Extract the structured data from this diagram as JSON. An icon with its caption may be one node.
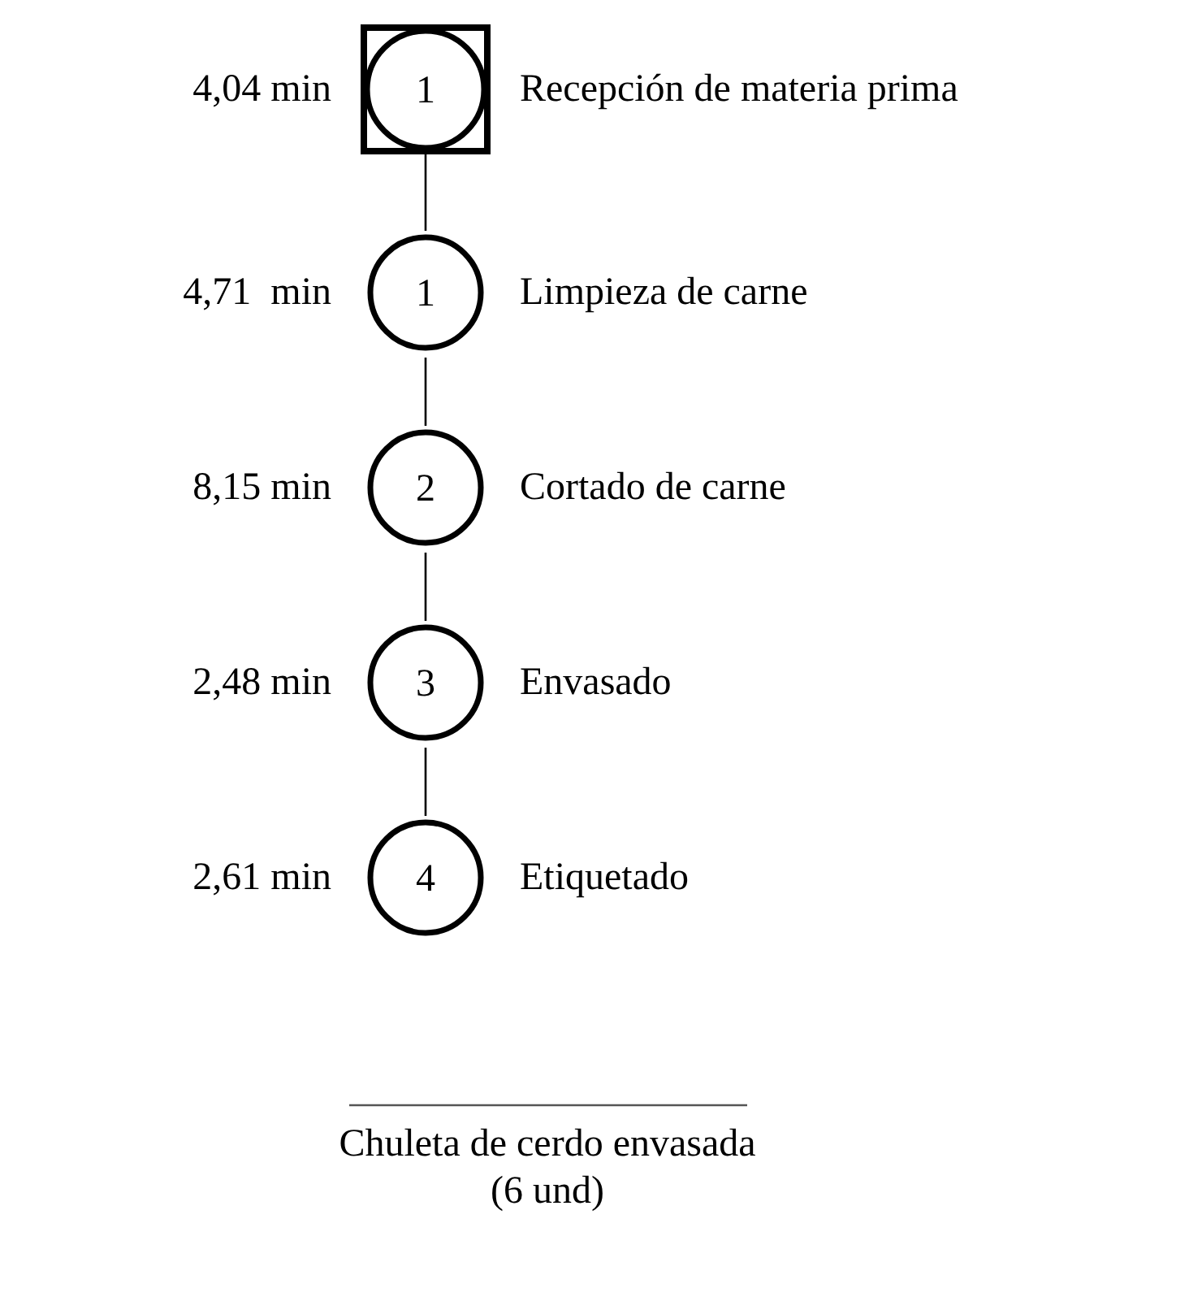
{
  "diagram": {
    "nodes": [
      {
        "text": [
          "1"
        ],
        "beside": [
          "4,04 min",
          "Recepción de materia prima"
        ]
      },
      {
        "text": [
          "1"
        ],
        "beside": [
          "4,71  min",
          "Limpieza de carne"
        ]
      },
      {
        "text": [
          "2"
        ],
        "beside": [
          "8,15 min",
          "Cortado de carne"
        ]
      },
      {
        "text": [
          "3"
        ],
        "beside": [
          "2,48 min",
          "Envasado"
        ]
      },
      {
        "text": [
          "4"
        ],
        "beside": [
          "2,61 min",
          "Etiquetado"
        ]
      }
    ],
    "edges": [
      {
        "from": 0,
        "to": 1,
        "arrow": "none"
      },
      {
        "from": 1,
        "to": 2,
        "arrow": "none"
      },
      {
        "from": 2,
        "to": 3,
        "arrow": "none"
      },
      {
        "from": 3,
        "to": 4,
        "arrow": "none"
      }
    ],
    "labels": [
      "Chuleta de cerdo envasada (6 und)"
    ]
  }
}
